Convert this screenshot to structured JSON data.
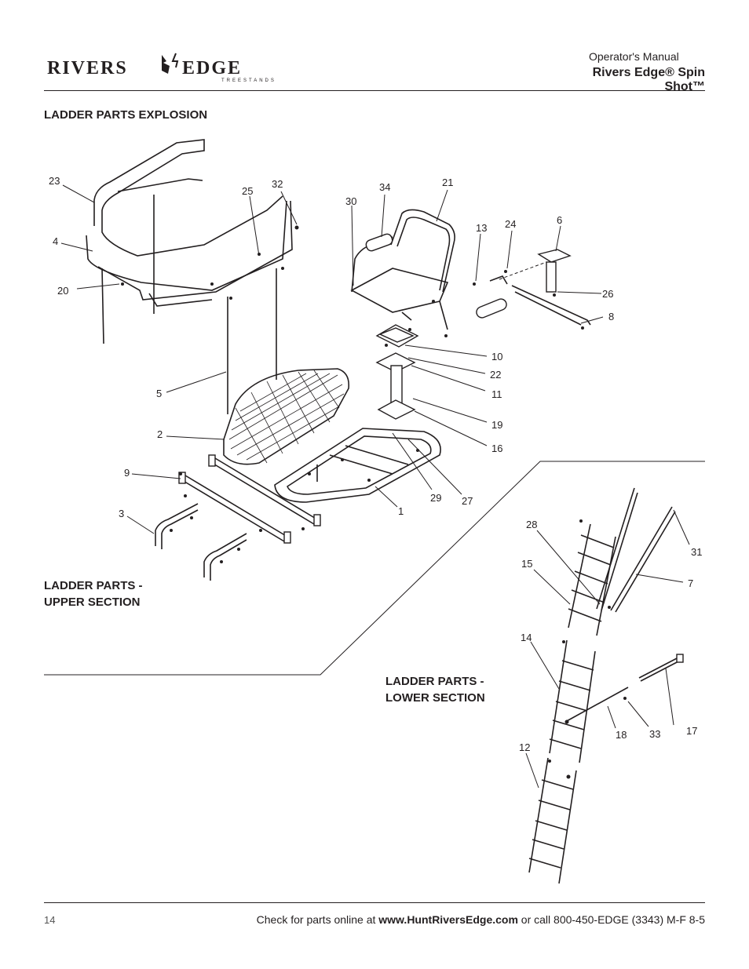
{
  "header": {
    "brand_logo": "RIVERS EDGE",
    "brand_sub": "TREESTANDS",
    "manual_label": "Operator's Manual",
    "product_name": "Rivers Edge® Spin Shot™"
  },
  "titles": {
    "explosion": "LADDER PARTS EXPLOSION",
    "upper_l1": "LADDER PARTS -",
    "upper_l2": "UPPER SECTION",
    "lower_l1": "LADDER PARTS -",
    "lower_l2": "LOWER SECTION"
  },
  "callouts": {
    "c1": "1",
    "c2": "2",
    "c3": "3",
    "c4": "4",
    "c5": "5",
    "c6": "6",
    "c7": "7",
    "c8": "8",
    "c9": "9",
    "c10": "10",
    "c11": "11",
    "c12": "12",
    "c13": "13",
    "c14": "14",
    "c15": "15",
    "c16": "16",
    "c17": "17",
    "c18": "18",
    "c19": "19",
    "c20": "20",
    "c21": "21",
    "c22": "22",
    "c23": "23",
    "c24": "24",
    "c25": "25",
    "c26": "26",
    "c27": "27",
    "c28": "28",
    "c29": "29",
    "c30": "30",
    "c31": "31",
    "c32": "32",
    "c33": "33",
    "c34": "34"
  },
  "footer": {
    "page_number": "14",
    "text_before": "Check for parts online at ",
    "url": "www.HuntRiversEdge.com",
    "text_after": " or call 800-450-EDGE (3343) M-F 8-5"
  }
}
